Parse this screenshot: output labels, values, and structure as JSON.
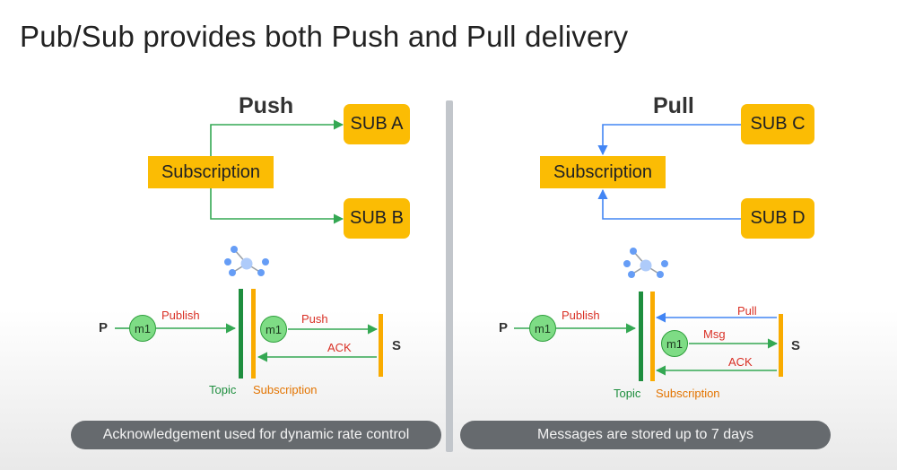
{
  "title": "Pub/Sub provides both Push and Pull delivery",
  "push": {
    "heading": "Push",
    "subscription": "Subscription",
    "sub_a": "SUB A",
    "sub_b": "SUB B",
    "publisher": "P",
    "subscriber": "S",
    "message": "m1",
    "publish_label": "Publish",
    "push_label": "Push",
    "ack_label": "ACK",
    "topic_label": "Topic",
    "subscription_label": "Subscription",
    "caption": "Acknowledgement used for dynamic rate control"
  },
  "pull": {
    "heading": "Pull",
    "subscription": "Subscription",
    "sub_c": "SUB C",
    "sub_d": "SUB D",
    "publisher": "P",
    "subscriber": "S",
    "message": "m1",
    "publish_label": "Publish",
    "pull_label": "Pull",
    "msg_label": "Msg",
    "ack_label": "ACK",
    "topic_label": "Topic",
    "subscription_label": "Subscription",
    "caption": "Messages are stored up to 7 days"
  },
  "colors": {
    "push_arrow": "#34a853",
    "pull_arrow": "#4285f4",
    "box": "#fbbc04",
    "topic_bar": "#1e8e3e",
    "subscription_bar": "#f9ab00",
    "label_red": "#d93025",
    "caption_bg": "#666a6e"
  },
  "icons": [
    "pubsub-hub-icon"
  ]
}
